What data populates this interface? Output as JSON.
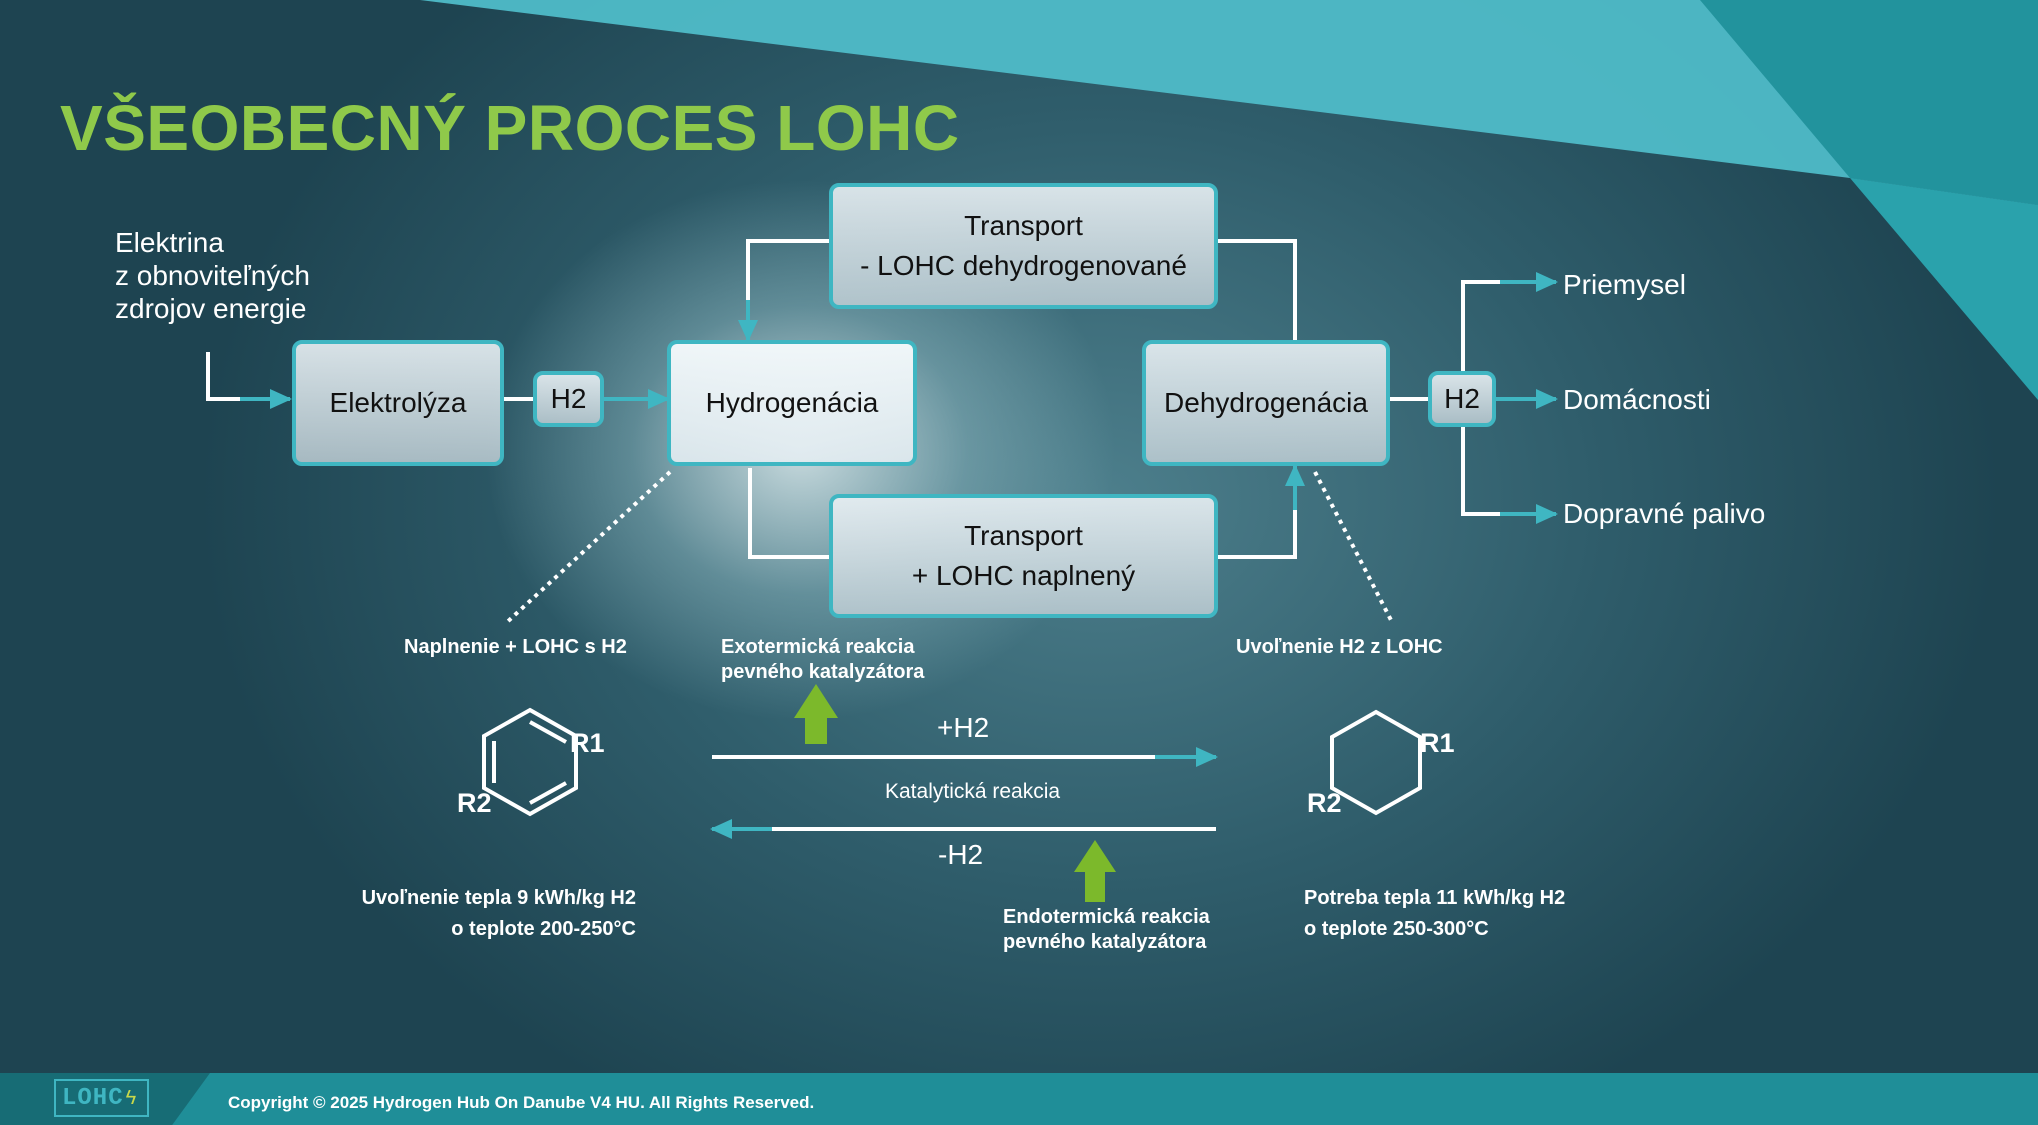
{
  "title": "VŠEOBECNÝ PROCES LOHC",
  "source": {
    "line1": "Elektrina",
    "line2": "z obnoviteľných",
    "line3": "zdrojov energie"
  },
  "boxes": {
    "electrolysis": "Elektrolýza",
    "h2_left": "H2",
    "hydrogenation": "Hydrogenácia",
    "transport_top_l1": "Transport",
    "transport_top_l2": "- LOHC dehydrogenované",
    "transport_bottom_l1": "Transport",
    "transport_bottom_l2": "+ LOHC naplnený",
    "dehydrogenation": "Dehydrogenácia",
    "h2_right": "H2"
  },
  "outputs": [
    "Priemysel",
    "Domácnosti",
    "Dopravné palivo"
  ],
  "labels": {
    "filling": "Naplnenie + LOHC s H2",
    "exo_l1": "Exotermická reakcia",
    "exo_l2": "pevného katalyzátora",
    "release": "Uvoľnenie H2 z LOHC",
    "plus_h2": "+H2",
    "catalytic": "Katalytická reakcia",
    "minus_h2": "-H2",
    "endo_l1": "Endotermická reakcia",
    "endo_l2": "pevného katalyzátora",
    "heat_release_l1": "Uvoľnenie tepla 9 kWh/kg H2",
    "heat_release_l2": "o teplote 200-250°C",
    "heat_need_l1": "Potreba tepla 11 kWh/kg H2",
    "heat_need_l2": "o teplote 250-300°C"
  },
  "molecule": {
    "r1": "R1",
    "r2": "R2"
  },
  "footer": {
    "logo": "LOHC",
    "copyright": "Copyright © 2025 Hydrogen Hub On Danube V4 HU. All Rights Reserved."
  },
  "colors": {
    "accent": "#3fb6c2",
    "title_green": "#8fc94a",
    "arrow_green": "#7cb92b",
    "footer": "#1f8e98"
  }
}
